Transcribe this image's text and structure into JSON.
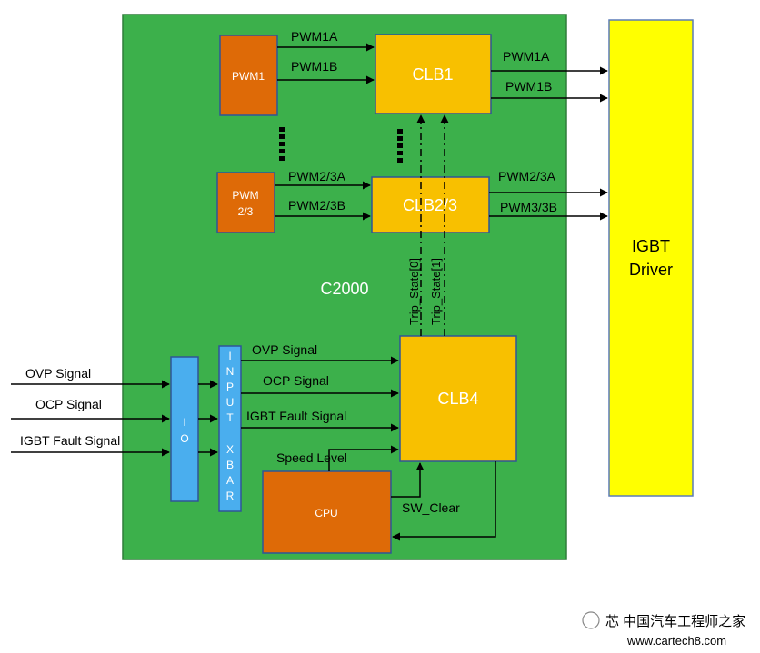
{
  "board_label": "C2000",
  "pwm_blocks": {
    "pwm1": "PWM1",
    "pwm23_line1": "PWM",
    "pwm23_line2": "2/3"
  },
  "clb_blocks": {
    "clb1": "CLB1",
    "clb23": "CLB2/3",
    "clb4": "CLB4"
  },
  "cpu_label": "CPU",
  "io_label": "I O",
  "xbar_letters": [
    "I",
    "N",
    "P",
    "U",
    "T",
    "",
    "X",
    "B",
    "A",
    "R"
  ],
  "driver_line1": "IGBT",
  "driver_line2": "Driver",
  "signals": {
    "pwm1a_in": "PWM1A",
    "pwm1b_in": "PWM1B",
    "pwm1a_out": "PWM1A",
    "pwm1b_out": "PWM1B",
    "pwm23a_in": "PWM2/3A",
    "pwm23b_in": "PWM2/3B",
    "pwm23a_out": "PWM2/3A",
    "pwm33b_out": "PWM3/3B",
    "trip0": "Trip_State[0]",
    "trip1": "Trip_State[1]",
    "ovp_ext": "OVP Signal",
    "ocp_ext": "OCP Signal",
    "igbt_fault_ext": "IGBT Fault Signal",
    "ovp_int": "OVP Signal",
    "ocp_int": "OCP Signal",
    "igbt_fault_int": "IGBT Fault Signal",
    "speed_level": "Speed Level",
    "sw_clear": "SW_Clear"
  },
  "watermark": {
    "line1": "芯 中国汽车工程师之家",
    "line2": "www.cartech8.com"
  },
  "colors": {
    "board": "#3cb04b",
    "pwm": "#de6a07",
    "clb": "#f8c000",
    "io": "#4aaeee",
    "driver": "#ffff00"
  }
}
